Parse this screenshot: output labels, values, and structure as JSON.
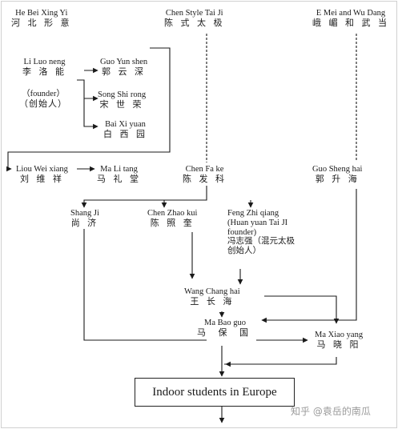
{
  "nodes": {
    "he_bei": {
      "en": "He Bei Xing Yi",
      "zh": "河 北 形 意"
    },
    "chen_style": {
      "en": "Chen Style Tai Ji",
      "zh": "陈 式 太 极"
    },
    "emei": {
      "en": "E Mei and Wu Dang",
      "zh": "峨 嵋 和 武 当"
    },
    "li_luo_neng": {
      "en": "Li Luo neng",
      "zh": "李 洛 能"
    },
    "founder_note": {
      "en": "（founder）",
      "zh": "（创始人）"
    },
    "guo_yun_shen": {
      "en": "Guo Yun shen",
      "zh": "郭 云 深"
    },
    "song_shi_rong": {
      "en": "Song Shi rong",
      "zh": "宋 世 荣"
    },
    "bai_xi_yuan": {
      "en": "Bai Xi yuan",
      "zh": "白 西 园"
    },
    "liou_wei_xiang": {
      "en": "Liou Wei xiang",
      "zh": "刘 维 祥"
    },
    "ma_li_tang": {
      "en": "Ma Li tang",
      "zh": "马 礼 堂"
    },
    "chen_fa_ke": {
      "en": "Chen Fa ke",
      "zh": "陈 发 科"
    },
    "guo_sheng_hai": {
      "en": "Guo Sheng hai",
      "zh": "郭 升 海"
    },
    "shang_ji": {
      "en": "Shang Ji",
      "zh": "尚 济"
    },
    "chen_zhao_kui": {
      "en": "Chen Zhao kui",
      "zh": "陈 照 奎"
    },
    "feng_zhi_qiang": {
      "en1": "Feng Zhi qiang",
      "en2": "(Huan yuan Tai JI",
      "en3": "founder)",
      "zh1": "冯志强（混元太极",
      "zh2": "创始人）"
    },
    "wang_chang_hai": {
      "en": "Wang Chang hai",
      "zh": "王 长 海"
    },
    "ma_bao_guo": {
      "en": "Ma Bao guo",
      "zh": "马 保 国"
    },
    "ma_xiao_yang": {
      "en": "Ma Xiao yang",
      "zh": "马 晓 阳"
    }
  },
  "box_label": "Indoor students in Europe",
  "watermark": "知乎 @袁岳的南瓜"
}
